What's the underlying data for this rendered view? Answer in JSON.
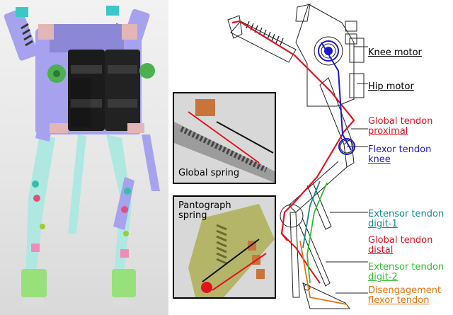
{
  "labels": {
    "knee_motor": "Knee motor",
    "hip_motor": "Hip motor",
    "global_tendon_proximal_line1": "Global tendon",
    "global_tendon_proximal_line2": "proximal",
    "flexor_tendon_knee_line1": "Flexor tendon",
    "flexor_tendon_knee_line2": "knee",
    "extensor_tendon_digit1_line1": "Extensor tendon",
    "extensor_tendon_digit1_line2": "digit-1",
    "global_tendon_distal_line1": "Global tendon",
    "global_tendon_distal_line2": "distal",
    "extensor_tendon_digit2_line1": "Extensor tendon",
    "extensor_tendon_digit2_line2": "digit-2",
    "disengagement_line1": "Disengagement",
    "disengagement_line2": "flexor tendon"
  },
  "insets": {
    "global_spring": "Global spring",
    "pantograph_line1": "Pantograph",
    "pantograph_line2": "spring"
  },
  "colors": {
    "global_tendon": "#e0141e",
    "flexor_tendon": "#1a1acc",
    "extensor_digit1": "#138c8c",
    "extensor_digit2": "#2ec02e",
    "disengagement": "#e8730c",
    "black": "#000000"
  }
}
